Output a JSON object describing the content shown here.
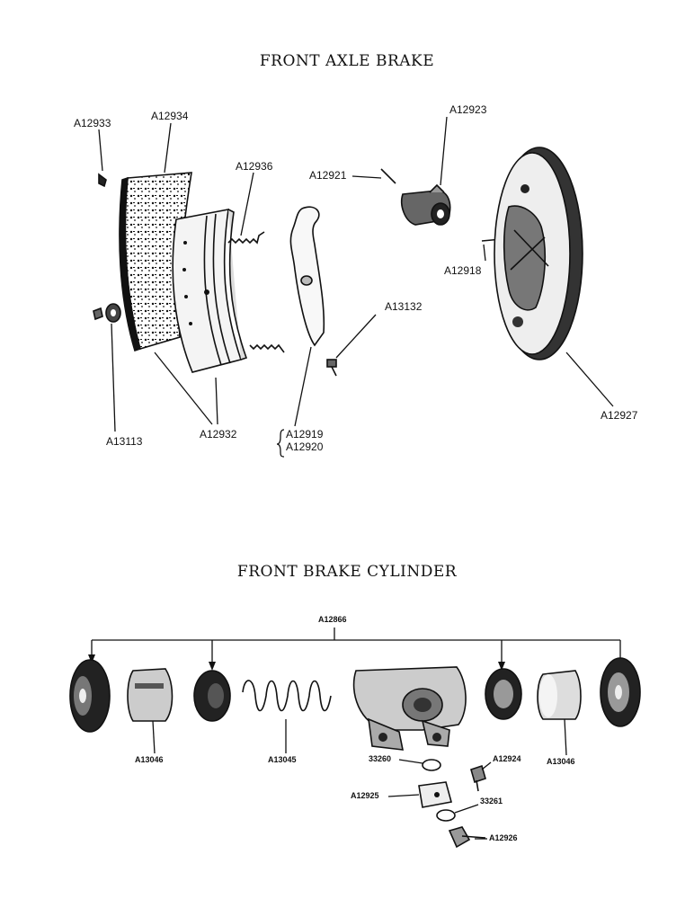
{
  "titles": {
    "axle": "FRONT AXLE BRAKE",
    "cylinder": "FRONT BRAKE CYLINDER"
  },
  "axle_labels": {
    "a12933": "A12933",
    "a12934": "A12934",
    "a12936": "A12936",
    "a12921": "A12921",
    "a12923": "A12923",
    "a12918": "A12918",
    "a13132": "A13132",
    "a12927": "A12927",
    "a13113": "A13113",
    "a12932": "A12932",
    "a12919": "A12919",
    "a12920": "A12920"
  },
  "cylinder_labels": {
    "a12866": "A12866",
    "a13046_left": "A13046",
    "a13045": "A13045",
    "a13046_right": "A13046",
    "p33260": "33260",
    "a12924": "A12924",
    "a12925": "A12925",
    "p33261": "33261",
    "a12926": "A12926"
  }
}
